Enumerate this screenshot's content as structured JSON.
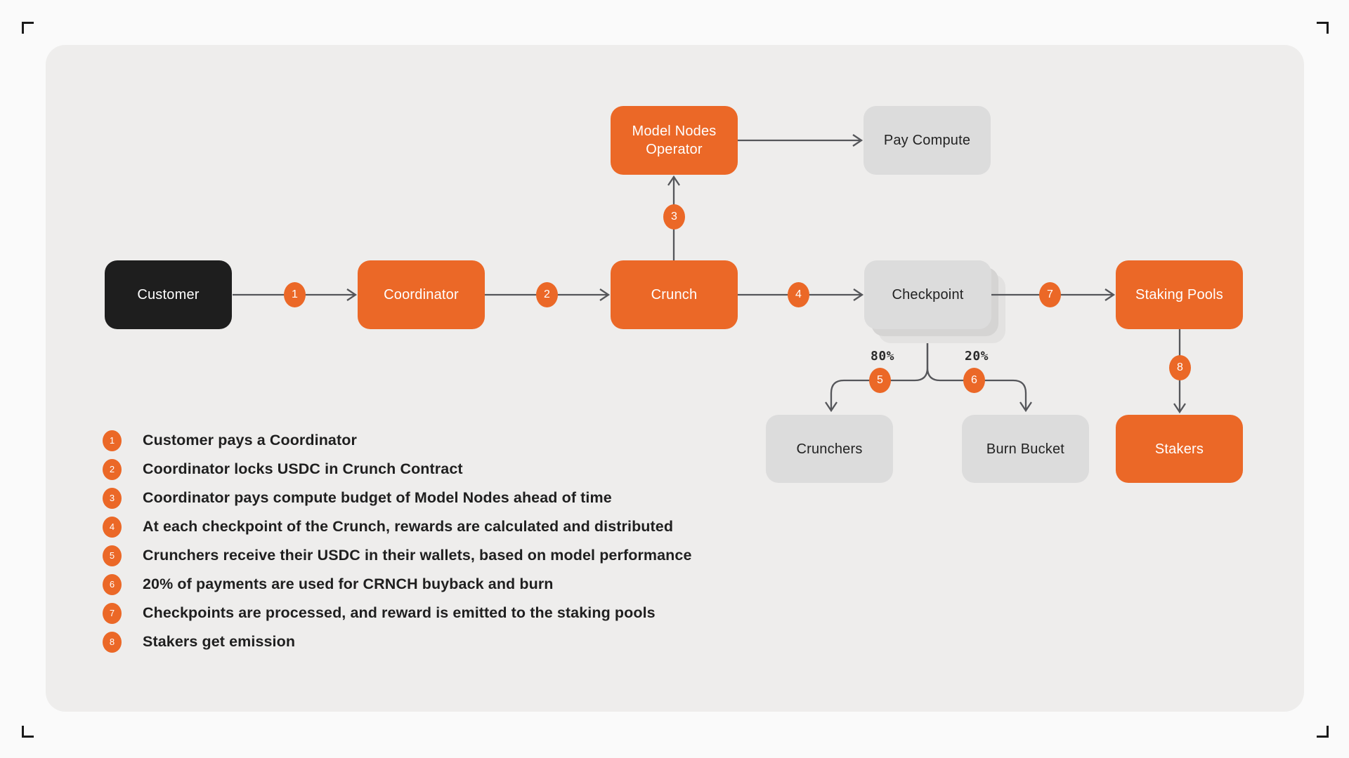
{
  "diagram": {
    "nodes": {
      "customer": "Customer",
      "coordinator": "Coordinator",
      "crunch": "Crunch",
      "model_nodes_operator_line1": "Model Nodes",
      "model_nodes_operator_line2": "Operator",
      "pay_compute": "Pay Compute",
      "checkpoint": "Checkpoint",
      "staking_pools": "Staking Pools",
      "crunchers": "Crunchers",
      "burn_bucket": "Burn Bucket",
      "stakers": "Stakers"
    },
    "steps": {
      "s1": "1",
      "s2": "2",
      "s3": "3",
      "s4": "4",
      "s5": "5",
      "s6": "6",
      "s7": "7",
      "s8": "8"
    },
    "split_labels": {
      "crunchers_share": "80%",
      "burn_share": "20%"
    }
  },
  "legend": {
    "items": [
      {
        "num": "1",
        "text": "Customer pays a Coordinator"
      },
      {
        "num": "2",
        "text": "Coordinator locks USDC in Crunch Contract"
      },
      {
        "num": "3",
        "text": "Coordinator pays compute budget of Model Nodes ahead of time"
      },
      {
        "num": "4",
        "text": "At each checkpoint of the Crunch, rewards are calculated and distributed"
      },
      {
        "num": "5",
        "text": "Crunchers receive their USDC in their wallets, based on model performance"
      },
      {
        "num": "6",
        "text": "20% of payments are used for CRNCH buyback and burn"
      },
      {
        "num": "7",
        "text": "Checkpoints are processed, and reward is emitted to the staking pools"
      },
      {
        "num": "8",
        "text": "Stakers get emission"
      }
    ]
  },
  "colors": {
    "accent_orange": "#EB6827",
    "dark": "#1E1E1E",
    "page_bg": "#FAFAFA",
    "panel_bg": "#EEEDEC",
    "node_gray": "#DCDCDC",
    "wire_gray": "#55565A"
  }
}
